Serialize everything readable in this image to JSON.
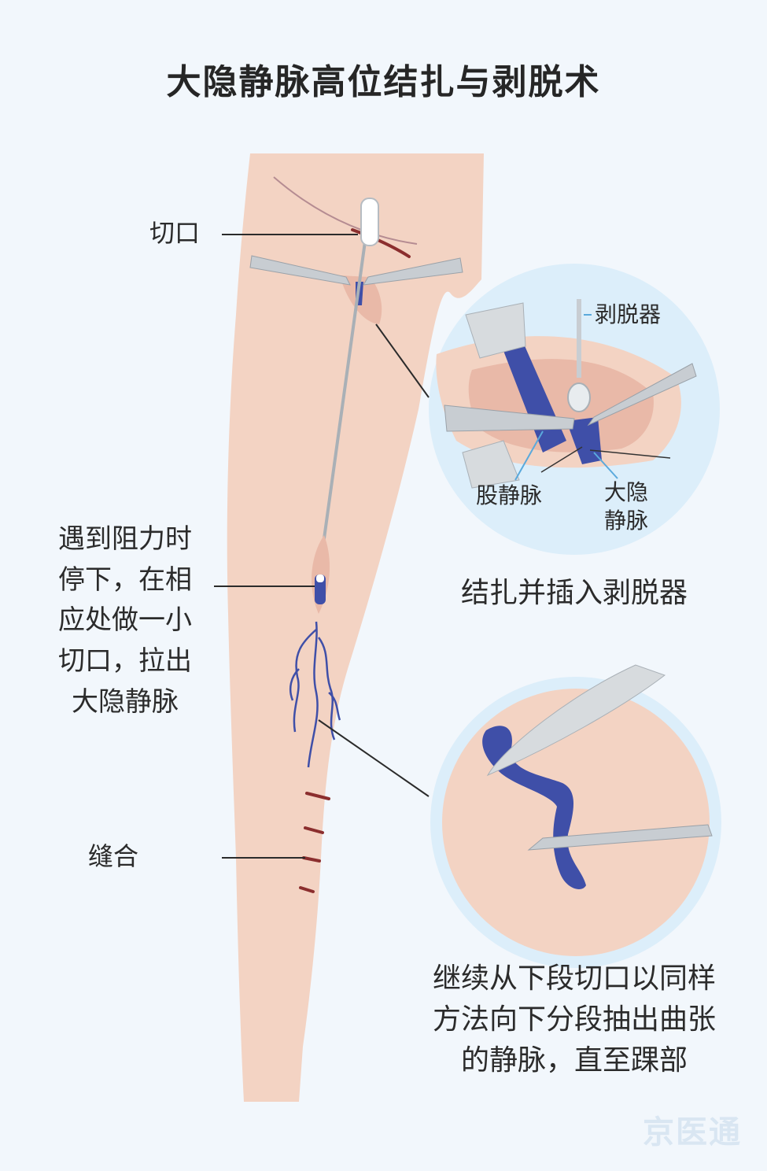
{
  "title": "大隐静脉高位结扎与剥脱术",
  "labels": {
    "incision": "切口",
    "stripper": "剥脱器",
    "femoral_vein": "股静脉",
    "gsv_line1": "大隐",
    "gsv_line2": "静脉",
    "resistance": [
      "遇到阻力时",
      "停下，在相",
      "应处做一小",
      "切口，拉出",
      "大隐静脉"
    ],
    "suture": "缝合",
    "ligate_caption": "结扎并插入剥脱器",
    "continue_caption": [
      "继续从下段切口以同样",
      "方法向下分段抽出曲张",
      "的静脉，直至踝部"
    ]
  },
  "watermark": "京医通",
  "colors": {
    "background": "#f2f7fc",
    "skin": "#f3d3c3",
    "skin_dark": "#e9b9a8",
    "vein": "#3f4fa8",
    "circle_bg": "#dceefa",
    "instrument": "#c8cdd2",
    "suture": "#8b2e2e",
    "leader_blue": "#5aa9dc"
  }
}
